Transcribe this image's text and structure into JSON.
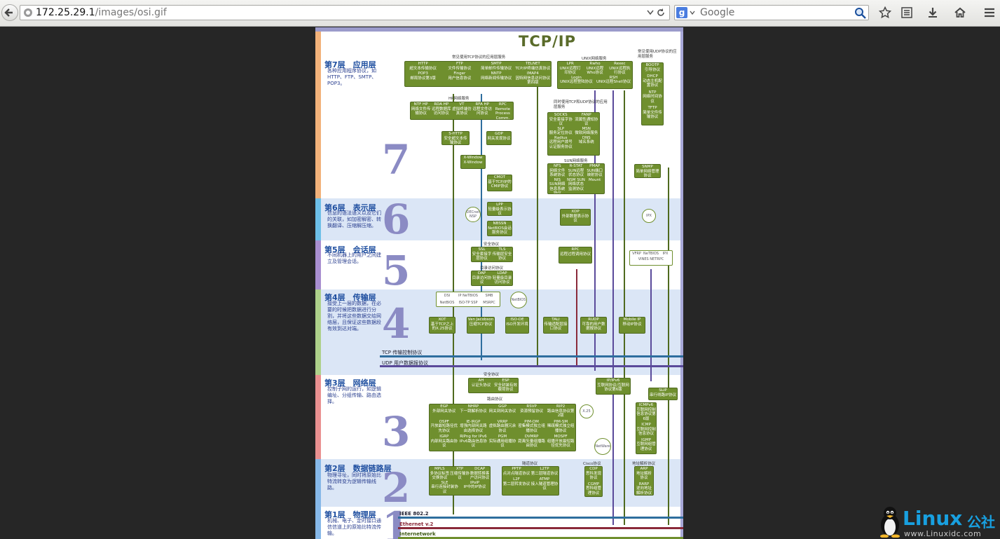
{
  "browser": {
    "url_host": "172.25.29.1",
    "url_path": "/images/osi.gif",
    "search_placeholder": "Google"
  },
  "diagram": {
    "title": "TCP/IP",
    "layers": [
      {
        "title": "第7层　应用层",
        "desc": "各种应用程序协议，如HTTP、FTP、SMTP、POP3。",
        "num": "7"
      },
      {
        "title": "第6层　表示层",
        "desc": "信息的语法语义以及它们的关联，如加密解密、转换翻译、压缩解压缩。",
        "num": "6"
      },
      {
        "title": "第5层　会话层",
        "desc": "不同机器上的用户之间建立及管理会话。",
        "num": "5"
      },
      {
        "title": "第4层　传输层",
        "desc": "接受上一层的数据，在必要的时候把数据进行分割，并将这些数据交给网络层，且保证这些数据段有效到达对端。",
        "num": "4"
      },
      {
        "title": "第3层　网络层",
        "desc": "控制子网的运行，如逻辑编址、分组传输、路由选择。",
        "num": "3"
      },
      {
        "title": "第2层　数据链路层",
        "desc": "物理寻址，同时将原始比特流转变为逻辑传输线路。",
        "num": "2"
      },
      {
        "title": "第1层　物理层",
        "desc": "机械、电子、定时接口通信信道上的原始比特流传输。",
        "num": "1"
      }
    ],
    "captions": {
      "tcp_apps": "常见使用TCP协议的应用层服务",
      "unix": "UNIX网络服务",
      "udp_apps": "常见使用UDP协议的应用层服务",
      "hp": "HP网络服务",
      "tcp_udp": "同时使用TCP和UDP协议的应用层服务",
      "sun": "SUN网络服务",
      "security": "安全协议",
      "directory": "目录访问协议",
      "routing": "路由协议",
      "tunnel": "隧道协议",
      "cisco": "Cisco协议",
      "addr": "地址解析协议"
    },
    "boxes": {
      "http": "HTTP",
      "http_d": "超文本传输协议",
      "ftp": "FTP",
      "ftp_d": "文件传输协议",
      "smtp": "SMTP",
      "smtp_d": "简单邮件传输协议",
      "telnet": "TELNET",
      "telnet_d": "TCP/IP终端仿真协议",
      "pop3": "POP3",
      "pop3_d": "邮局协议第3版",
      "finger": "Finger",
      "finger_d": "用户信息协议",
      "nntp": "NNTP",
      "nntp_d": "网络新闻传输协议",
      "imap4": "IMAP4",
      "imap4_d": "因特网信息访问协议第四版",
      "lpr": "LPR",
      "lpr_d": "UNIX远程打印协议",
      "rwho": "Rwho",
      "rwho_d": "UNIX远程Who协议",
      "rexec": "Rexec",
      "rexec_d": "UNIX远程执行协议",
      "login": "Login",
      "login_d": "UNIX远程登陆协议",
      "rsh": "RSH",
      "rsh_d": "UNIX远程Shell协议",
      "bootp": "BOOTP",
      "bootp_d": "引导协议",
      "dhcp": "DHCP",
      "dhcp_d": "动态主机配置协议",
      "ntp": "NTP",
      "ntp_d": "网络时间协议",
      "tftp": "TFTP",
      "tftp_d": "简单文件传输协议",
      "snmp": "SNMP",
      "snmp_d": "简单网络管理协议",
      "ntfhp": "NTF HP",
      "ntfhp_d": "网络文件传输协议",
      "rdahp": "RDA HP",
      "rdahp_d": "远程数据库访问协议",
      "vt": "VT",
      "vt_d": "虚拟终端仿真协议",
      "rfahp": "RFA HP",
      "rfahp_d": "远程文件访问协议",
      "rpc_hp": "RPC",
      "rpc_hp_d": "Remote Process Comm.",
      "socks": "SOCKS",
      "socks_d": "安全套接字协议",
      "fanp": "FANP",
      "fanp_d": "流属性通知协议",
      "slp": "SLP",
      "slp_d": "服务定位协议",
      "msn": "MSN",
      "msn_d": "微软网络服务",
      "radius": "Radius",
      "radius_d": "远程用户拨号认证服务协议",
      "dns": "DNS",
      "dns_d": "域名系统",
      "shttp": "S-HTTP",
      "shttp_d": "安全超文本传输协议",
      "gdp": "GDP",
      "gdp_d": "网关发现协议",
      "xwin": "X-Window",
      "xwin_d": "X-Window",
      "nfs": "NFS",
      "nfs_d": "网络文件系统协议",
      "rstat": "R-STAT",
      "rstat_d": "SUN远程状态协议",
      "pmap": "PMAP",
      "pmap_d": "SUN端口映射协议",
      "nis": "NIS",
      "nis_d": "SUN网络信息系统协议",
      "nsm": "NSM SUN",
      "nsm_d": "网络状态监测协议",
      "mount": "Mount",
      "cmot": "CMOT",
      "cmot_d": "基于TCP/IP的CMIP协议",
      "lpp": "LPP",
      "lpp_d": "轻量级表示协议",
      "nbssn": "NBSSN",
      "nbssn_d": "NetBIOS会话服务协议",
      "xdp": "XDP",
      "xdp_d": "外部数据表示协议",
      "decnet": "DECnet NSP",
      "ipx": "IPX",
      "ssl": "SSL",
      "ssl_d": "安全套接字层协议",
      "tls": "TLS",
      "tls_d": "传输层安全协议",
      "dap": "DAP",
      "dap_d": "目录访问协议",
      "ldap": "LDAP",
      "ldap_d": "轻量级目录访问协议",
      "rpc": "RPC",
      "rpc_d": "远程过程调用协议",
      "vfrp": "VFRP",
      "netbios_s": "NeTBIOS",
      "ipx_s": "IPX",
      "vines": "VINES NETRPC",
      "dsi": "DSI",
      "ipnetbios": "IP NeTBIOS",
      "smb": "SMB",
      "netbios": "NetBIOS",
      "isotp": "ISO-TP SSP",
      "msrpc": "MSRPC",
      "netbios_c": "NetBIOS",
      "xot": "XOT",
      "xot_d": "基于TCP之上的X.25协议",
      "vanj": "Van Jacobson",
      "vanj_d": "压缩TCP协议",
      "isode": "ISO-DE",
      "isode_d": "ISO开发环境",
      "tali": "TALI",
      "tali_d": "传输适配层接口协议",
      "rudp": "RUDP",
      "rudp_d": "可靠的用户数据报协议",
      "mobileip": "Mobile IP",
      "mobileip_d": "移动IP协议",
      "tcp": "TCP 传输控制协议",
      "udp": "UDP 用户数据报协议",
      "ah": "AH",
      "ah_d": "认证头协议",
      "esp": "ESP",
      "esp_d": "安全封装有效载荷协议",
      "ipv6": "IP/IPv6",
      "ipv6_d": "互联网协议/互联网协议第6版",
      "slip": "SLIP",
      "slip_d": "串行线路IP协议",
      "x25": "X.25",
      "netware": "NetWare",
      "icmpv6": "ICMPv6",
      "icmpv6_d": "互联网控制信息协议第6版",
      "icmp": "ICMP",
      "icmp_d": "互联网控制信息协议",
      "igmp": "IGMP",
      "igmp_d": "互联网组管理协议",
      "egp": "EGP",
      "egp_d": "外部网关协议",
      "nhrp": "NHRP",
      "nhrp_d": "下一跳解析协议",
      "ggp": "GGP",
      "ggp_d": "网关到网关协议",
      "rsvp": "RSVP",
      "rsvp_d": "资源预留协议",
      "rip2": "RIP2",
      "rip2_d": "路由信息协议第2版",
      "ospf": "OSPF",
      "ospf_d": "开放最短路径优先协议",
      "eigrp": "IE-IRGP",
      "eigrp_d": "增强内部网关路由选择协议",
      "vrrp": "VRRP",
      "vrrp_d": "虚拟路由器冗余协议",
      "pimdm": "PIM-DM",
      "pimdm_d": "密集模式独立组播协议",
      "pimsm": "PIM-SM",
      "pimsm_d": "稀疏模式独立组播协议",
      "igrp": "IGRP",
      "igrp_d": "内部网关路由协议",
      "ripng": "RIPng for IPv6",
      "ripng_d": "IPv6路由信息协议",
      "pgm": "PGM",
      "pgm_d": "实际通用组播协议",
      "dvmrp": "DVMRP",
      "dvmrp_d": "距离矢量组播路由协议",
      "mospf": "MOSPF",
      "mospf_d": "组播开放最短路径优先协议",
      "mpls": "MPLS",
      "mpls_d": "多协议标签交换协议",
      "xtp": "XTP",
      "xtp_d": "压缩传输协议",
      "dcap": "DCAP",
      "dcap_d": "数据转换客户访问协议",
      "sle": "SLE",
      "sle_d": "串行连接封装协议",
      "ipoip": "IPoIP",
      "ipoip_d": "IP中的IP协议",
      "pptp": "PPTP",
      "pptp_d": "点对点隧道协议",
      "l2tp": "L2TP",
      "l2tp_d": "第二层隧道协议",
      "l2f": "L2F",
      "l2f_d": "第二层转发协议",
      "atmp": "ATMP",
      "atmp_d": "接入隧道管理协议",
      "cdp": "CDP",
      "cdp_d": "思科发现协议",
      "cgmp": "CGMP",
      "cgmp_d": "思科组管理协议",
      "arp": "ARP",
      "arp_d": "地址解析协议",
      "rarp": "RARP",
      "rarp_d": "逆向地址解析协议",
      "ieee": "IEEE 802.2",
      "ethernet": "Ethernet v.2",
      "internetwork": "Internetwork"
    }
  },
  "watermark": {
    "name": "Linux",
    "cn": "公社",
    "url": "www.Linuxidc.com"
  }
}
